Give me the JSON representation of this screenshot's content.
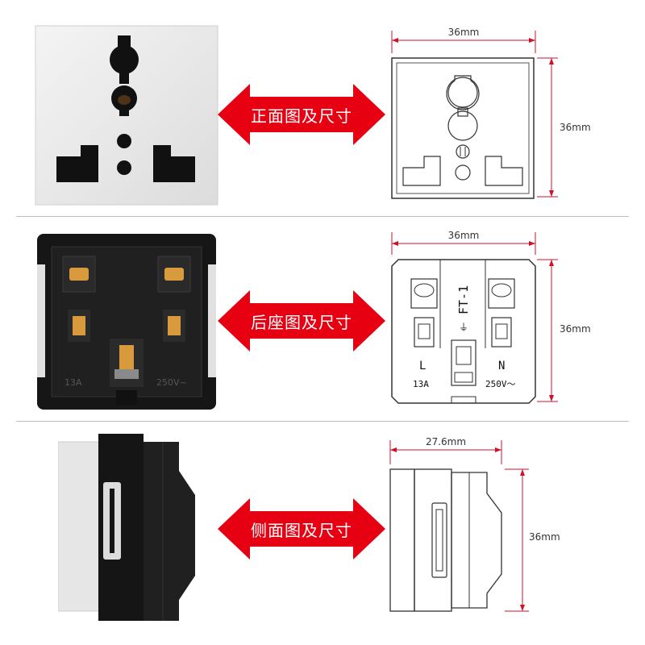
{
  "sections": [
    {
      "label": "正面图及尺寸",
      "width_dim": "36mm",
      "height_dim": "36mm"
    },
    {
      "label": "后座图及尺寸",
      "width_dim": "36mm",
      "height_dim": "36mm",
      "model": "FT-1",
      "left_terminal": "L",
      "right_terminal": "N",
      "current_rating": "13A",
      "voltage_rating": "250V～",
      "photo_current_rating": "13A",
      "photo_voltage_rating": "250V~",
      "ground_symbol": "⏚"
    },
    {
      "label": "侧面图及尺寸",
      "width_dim": "27.6mm",
      "height_dim": "36mm"
    }
  ],
  "colors": {
    "arrow_red": "#e60012",
    "dimension_red": "#d0102a",
    "outline": "#333333",
    "socket_white": "#e9e9e9",
    "socket_black": "#1a1a1a",
    "brass": "#d89a3c"
  }
}
